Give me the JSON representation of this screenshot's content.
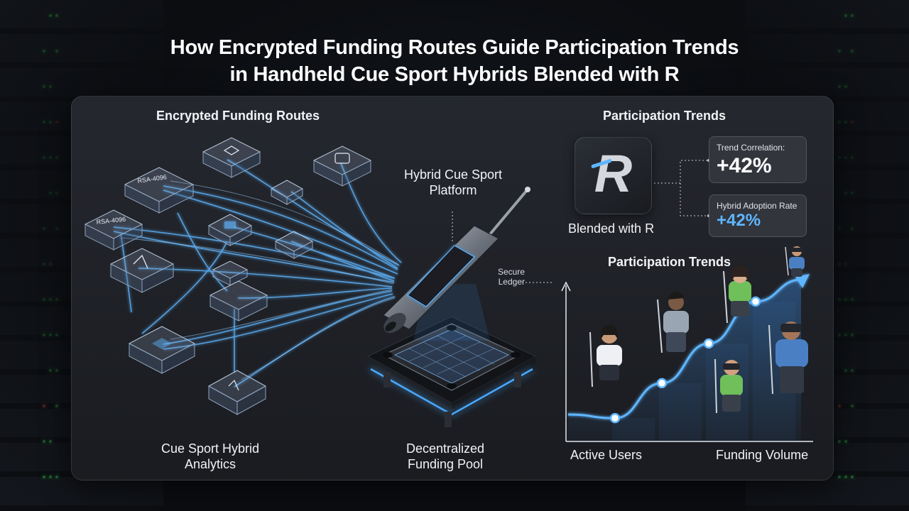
{
  "title": {
    "line1": "How Encrypted Funding Routes Guide Participation Trends",
    "line2": "in Handheld Cue Sport Hybrids Blended with R"
  },
  "left": {
    "heading": "Encrypted Funding Routes",
    "analytics_line1": "Cue Sport Hybrid",
    "analytics_line2": "Analytics",
    "chip_labels": [
      "RSA-4096",
      "RSA-4096"
    ]
  },
  "center": {
    "platform_line1": "Hybrid Cue Sport",
    "platform_line2": "Platform",
    "ledger_line1": "Secure",
    "ledger_line2": "Ledger",
    "pool_line1": "Decentralized",
    "pool_line2": "Funding Pool"
  },
  "right": {
    "heading": "Participation Trends",
    "logo_letter": "R",
    "logo_caption": "Blended with R",
    "trend_card": {
      "label": "Trend Correlation:",
      "value": "+42%"
    },
    "adoption_card": {
      "label": "Hybrid Adoption Rate",
      "value": "+42%"
    },
    "chart_title": "Participation Trends",
    "x_left_label": "Active Users",
    "x_right_label": "Funding Volume"
  },
  "colors": {
    "accent_blue": "#5fb6ff",
    "glow_blue": "#3f9bff",
    "panel": "#22252b",
    "server_led_green": "#39d353"
  },
  "chart_data": {
    "type": "line",
    "title": "Participation Trends",
    "xlabel": "Funding Volume",
    "ylabel": "",
    "x_left_label": "Active Users",
    "points": [
      {
        "x": 1,
        "y": 1
      },
      {
        "x": 2,
        "y": 2.5
      },
      {
        "x": 3,
        "y": 4.2
      },
      {
        "x": 4,
        "y": 6
      }
    ],
    "grid": false,
    "legend": "none"
  }
}
